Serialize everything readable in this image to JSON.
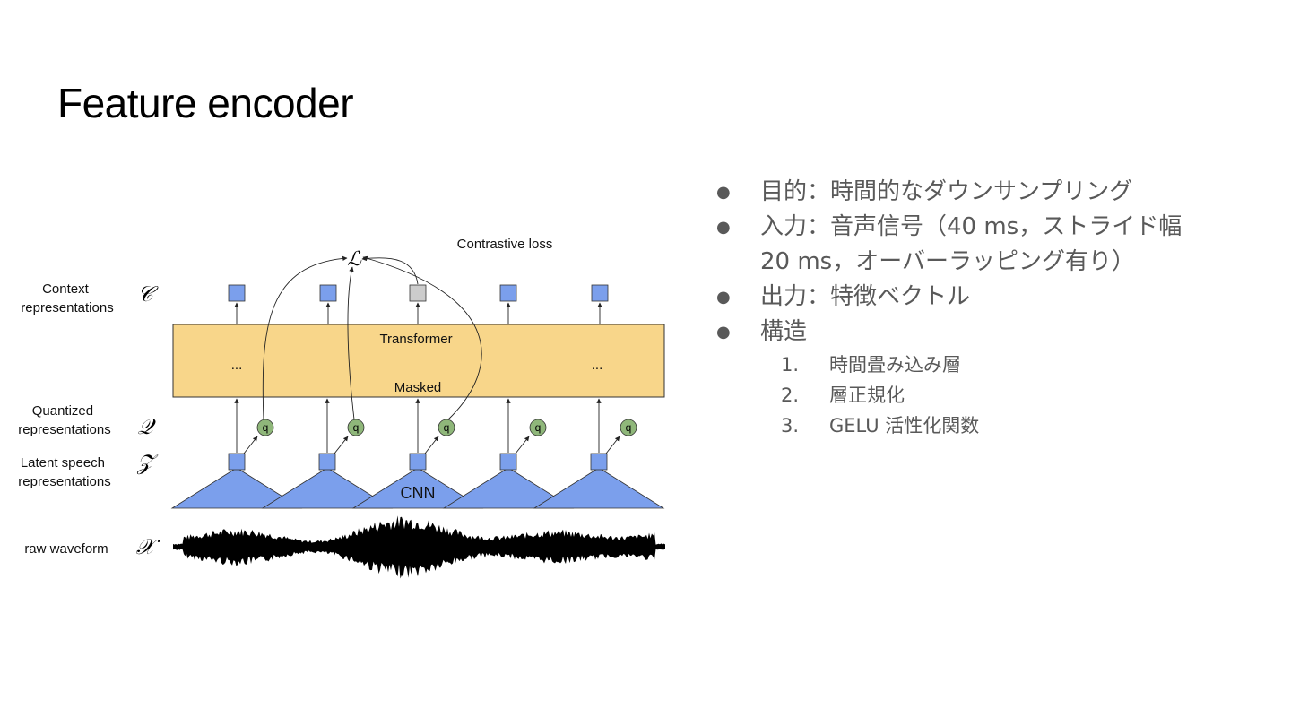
{
  "slide": {
    "title": "Feature encoder"
  },
  "diagram": {
    "contrastive_loss_label": "Contrastive loss",
    "loss_symbol": "ℒ",
    "transformer_label": "Transformer",
    "masked_label": "Masked",
    "ellipsis_left": "...",
    "ellipsis_right": "...",
    "cnn_label": "CNN",
    "quantizer_label": "q",
    "rows": [
      {
        "label_lines": [
          "Context",
          "representations"
        ],
        "symbol": "𝒞"
      },
      {
        "label_lines": [
          "Quantized",
          "representations"
        ],
        "symbol": "𝒬"
      },
      {
        "label_lines": [
          "Latent speech",
          "representations"
        ],
        "symbol": "𝒵"
      },
      {
        "label_lines": [
          "raw waveform"
        ],
        "symbol": "𝒳"
      }
    ],
    "colors": {
      "block_blue": "#7b9fec",
      "transformer_fill": "#f8d68a",
      "quantizer_green": "#8fb77a",
      "masked_gray": "#cccccc",
      "waveform": "#000000"
    }
  },
  "bullets": [
    {
      "lines": [
        "目的：時間的なダウンサンプリング"
      ]
    },
    {
      "lines": [
        "入力：音声信号（40 ms，ストライド幅",
        "20 ms，オーバーラッピング有り）"
      ]
    },
    {
      "lines": [
        "出力：特徴ベクトル"
      ]
    },
    {
      "lines": [
        "構造"
      ]
    }
  ],
  "structure_steps": [
    {
      "num": "1.",
      "text": "時間畳み込み層"
    },
    {
      "num": "2.",
      "text": "層正規化"
    },
    {
      "num": "3.",
      "text": "GELU 活性化関数"
    }
  ]
}
